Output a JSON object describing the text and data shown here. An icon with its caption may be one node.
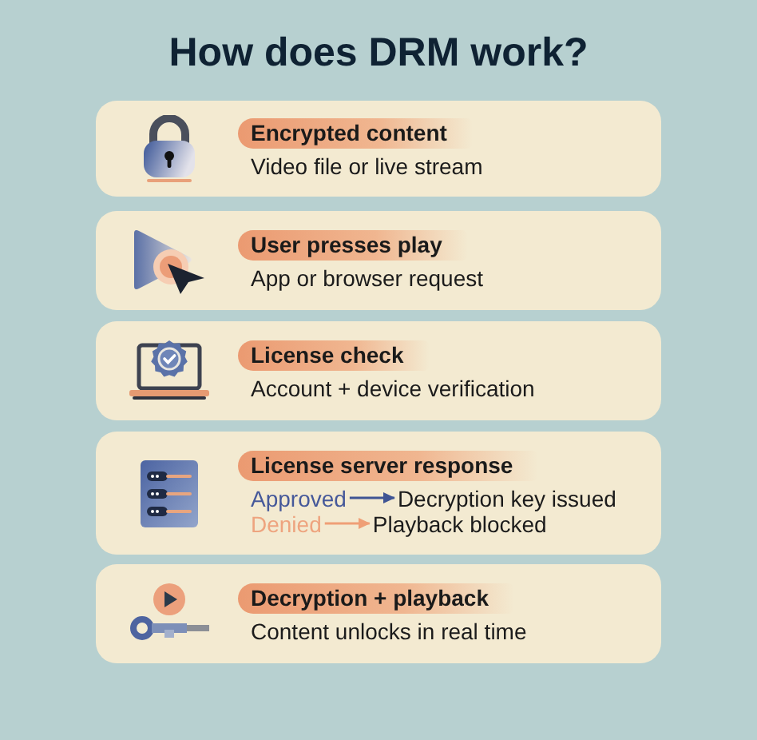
{
  "diagram": {
    "title": "How does DRM work?",
    "nodes": [
      {
        "text": [
          "Encrypted content",
          "Video file or live stream"
        ]
      },
      {
        "text": [
          "User presses play",
          "App or browser request"
        ]
      },
      {
        "text": [
          "License check",
          "Account + device verification"
        ]
      },
      {
        "text": [
          "License server response"
        ]
      },
      {
        "text": [
          "Approved"
        ],
        "in": 3
      },
      {
        "text": [
          "Decryption key issued"
        ],
        "in": 3
      },
      {
        "text": [
          "Denied"
        ],
        "in": 3
      },
      {
        "text": [
          "Playback blocked"
        ],
        "in": 3
      },
      {
        "text": [
          "Decryption + playback",
          "Content unlocks in real time"
        ]
      }
    ],
    "edges": [
      {
        "from": 4,
        "to": 5,
        "arrow": "to",
        "color": "#3f5494"
      },
      {
        "from": 6,
        "to": 7,
        "arrow": "to",
        "color": "#ef9f76"
      }
    ]
  }
}
